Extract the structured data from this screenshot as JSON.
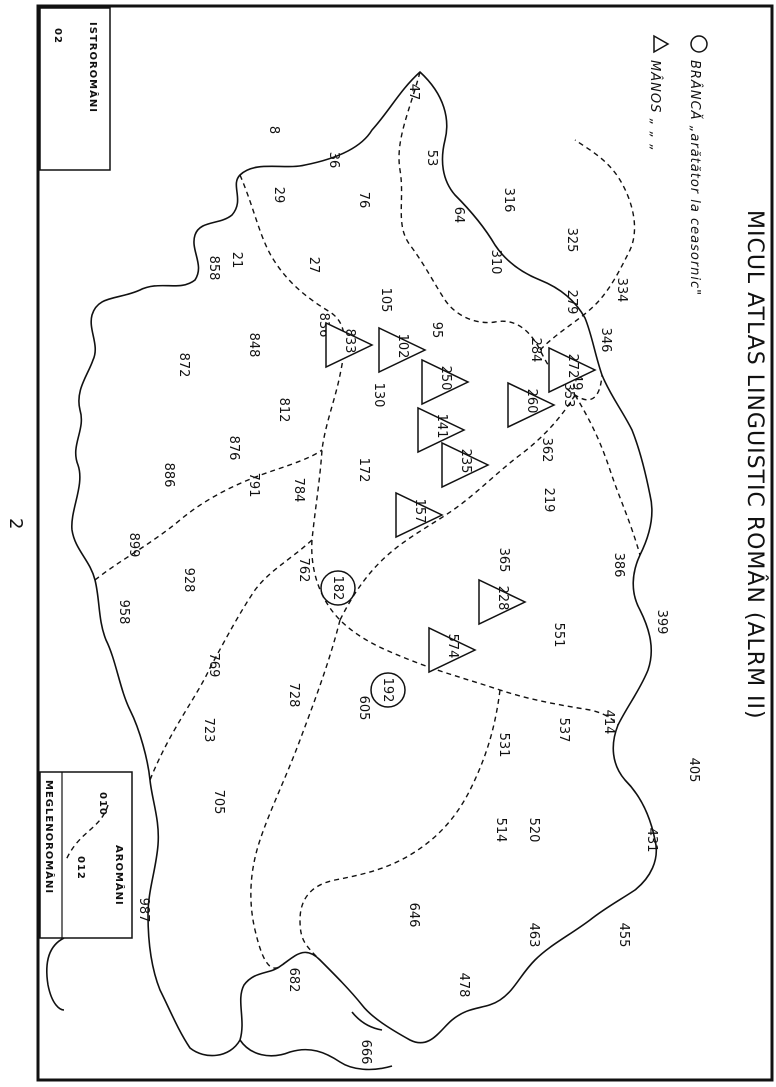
{
  "title": "MICUL ATLAS LINGUISTIC ROMÂN (ALRM II)",
  "page_number": "2",
  "legend": [
    {
      "symbol": "circle",
      "label": "BRÂNCĂ „arătător la ceasornic\""
    },
    {
      "symbol": "triangle",
      "label": "MÂNOS  „  „  „"
    }
  ],
  "insets": {
    "istro": {
      "name": "ISTROROMÂNI",
      "points": [
        "02"
      ]
    },
    "arom": {
      "name": "AROMÂNI",
      "points": [
        "010",
        "012"
      ]
    },
    "megleno": {
      "name": "MEGLENOROMÂNI"
    }
  },
  "points": [
    {
      "label": "47"
    },
    {
      "label": "53"
    },
    {
      "label": "316"
    },
    {
      "label": "325"
    },
    {
      "label": "334"
    },
    {
      "label": "346"
    },
    {
      "label": "349"
    },
    {
      "label": "353"
    },
    {
      "label": "362"
    },
    {
      "label": "365"
    },
    {
      "label": "386"
    },
    {
      "label": "399"
    },
    {
      "label": "405"
    },
    {
      "label": "431"
    },
    {
      "label": "455"
    },
    {
      "label": "36"
    },
    {
      "label": "8"
    },
    {
      "label": "29"
    },
    {
      "label": "76"
    },
    {
      "label": "64"
    },
    {
      "label": "310"
    },
    {
      "label": "279"
    },
    {
      "label": "284"
    },
    {
      "label": "219"
    },
    {
      "label": "551"
    },
    {
      "label": "414"
    },
    {
      "label": "537"
    },
    {
      "label": "531"
    },
    {
      "label": "520"
    },
    {
      "label": "514"
    },
    {
      "label": "463"
    },
    {
      "label": "478"
    },
    {
      "label": "21"
    },
    {
      "label": "27"
    },
    {
      "label": "105"
    },
    {
      "label": "95"
    },
    {
      "label": "836"
    },
    {
      "label": "130"
    },
    {
      "label": "172"
    },
    {
      "label": "784"
    },
    {
      "label": "762"
    },
    {
      "label": "728"
    },
    {
      "label": "605"
    },
    {
      "label": "646"
    },
    {
      "label": "858"
    },
    {
      "label": "848"
    },
    {
      "label": "812"
    },
    {
      "label": "876"
    },
    {
      "label": "791"
    },
    {
      "label": "872"
    },
    {
      "label": "886"
    },
    {
      "label": "899"
    },
    {
      "label": "928"
    },
    {
      "label": "769"
    },
    {
      "label": "723"
    },
    {
      "label": "705"
    },
    {
      "label": "958"
    },
    {
      "label": "987"
    },
    {
      "label": "682"
    },
    {
      "label": "666"
    }
  ],
  "circle_points": [
    {
      "label": "182"
    },
    {
      "label": "192"
    }
  ],
  "triangle_points": [
    {
      "label": "102"
    },
    {
      "label": "833"
    },
    {
      "label": "250"
    },
    {
      "label": "272"
    },
    {
      "label": "260"
    },
    {
      "label": "141"
    },
    {
      "label": "235"
    },
    {
      "label": "157"
    },
    {
      "label": "228"
    },
    {
      "label": "574"
    }
  ]
}
